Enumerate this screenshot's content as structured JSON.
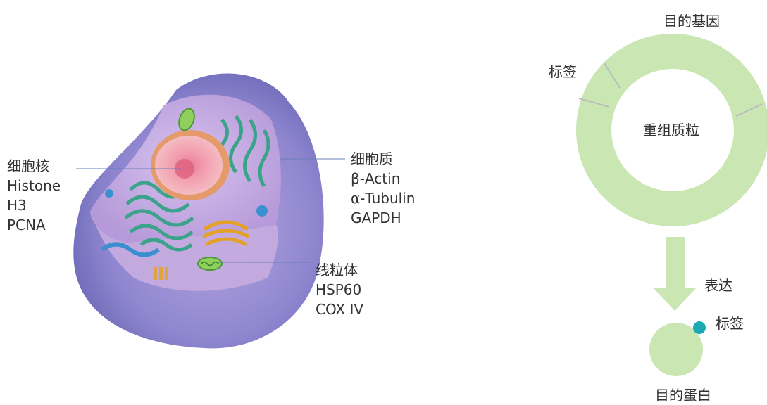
{
  "colors": {
    "ring": "#c9e6b3",
    "ring_divider": "#bcbcbc",
    "arrow": "#c9e6b3",
    "tag_dot": "#1ba9b4",
    "protein": "#c9e6b3",
    "leader_line": "#6a7fb8"
  },
  "cell": {
    "nucleus": {
      "title": "细胞核",
      "markers": [
        "Histone",
        "H3",
        "PCNA"
      ]
    },
    "cytoplasm": {
      "title": "细胞质",
      "markers": [
        "β-Actin",
        "α-Tubulin",
        "GAPDH"
      ]
    },
    "mitochondria": {
      "title": "线粒体",
      "markers": [
        "HSP60",
        "COX IV"
      ]
    }
  },
  "plasmid": {
    "center_label": "重组质粒",
    "gene_label": "目的基因",
    "tag_label": "标签",
    "arrow_label": "表达",
    "protein_tag_label": "标签",
    "protein_label": "目的蛋白"
  }
}
